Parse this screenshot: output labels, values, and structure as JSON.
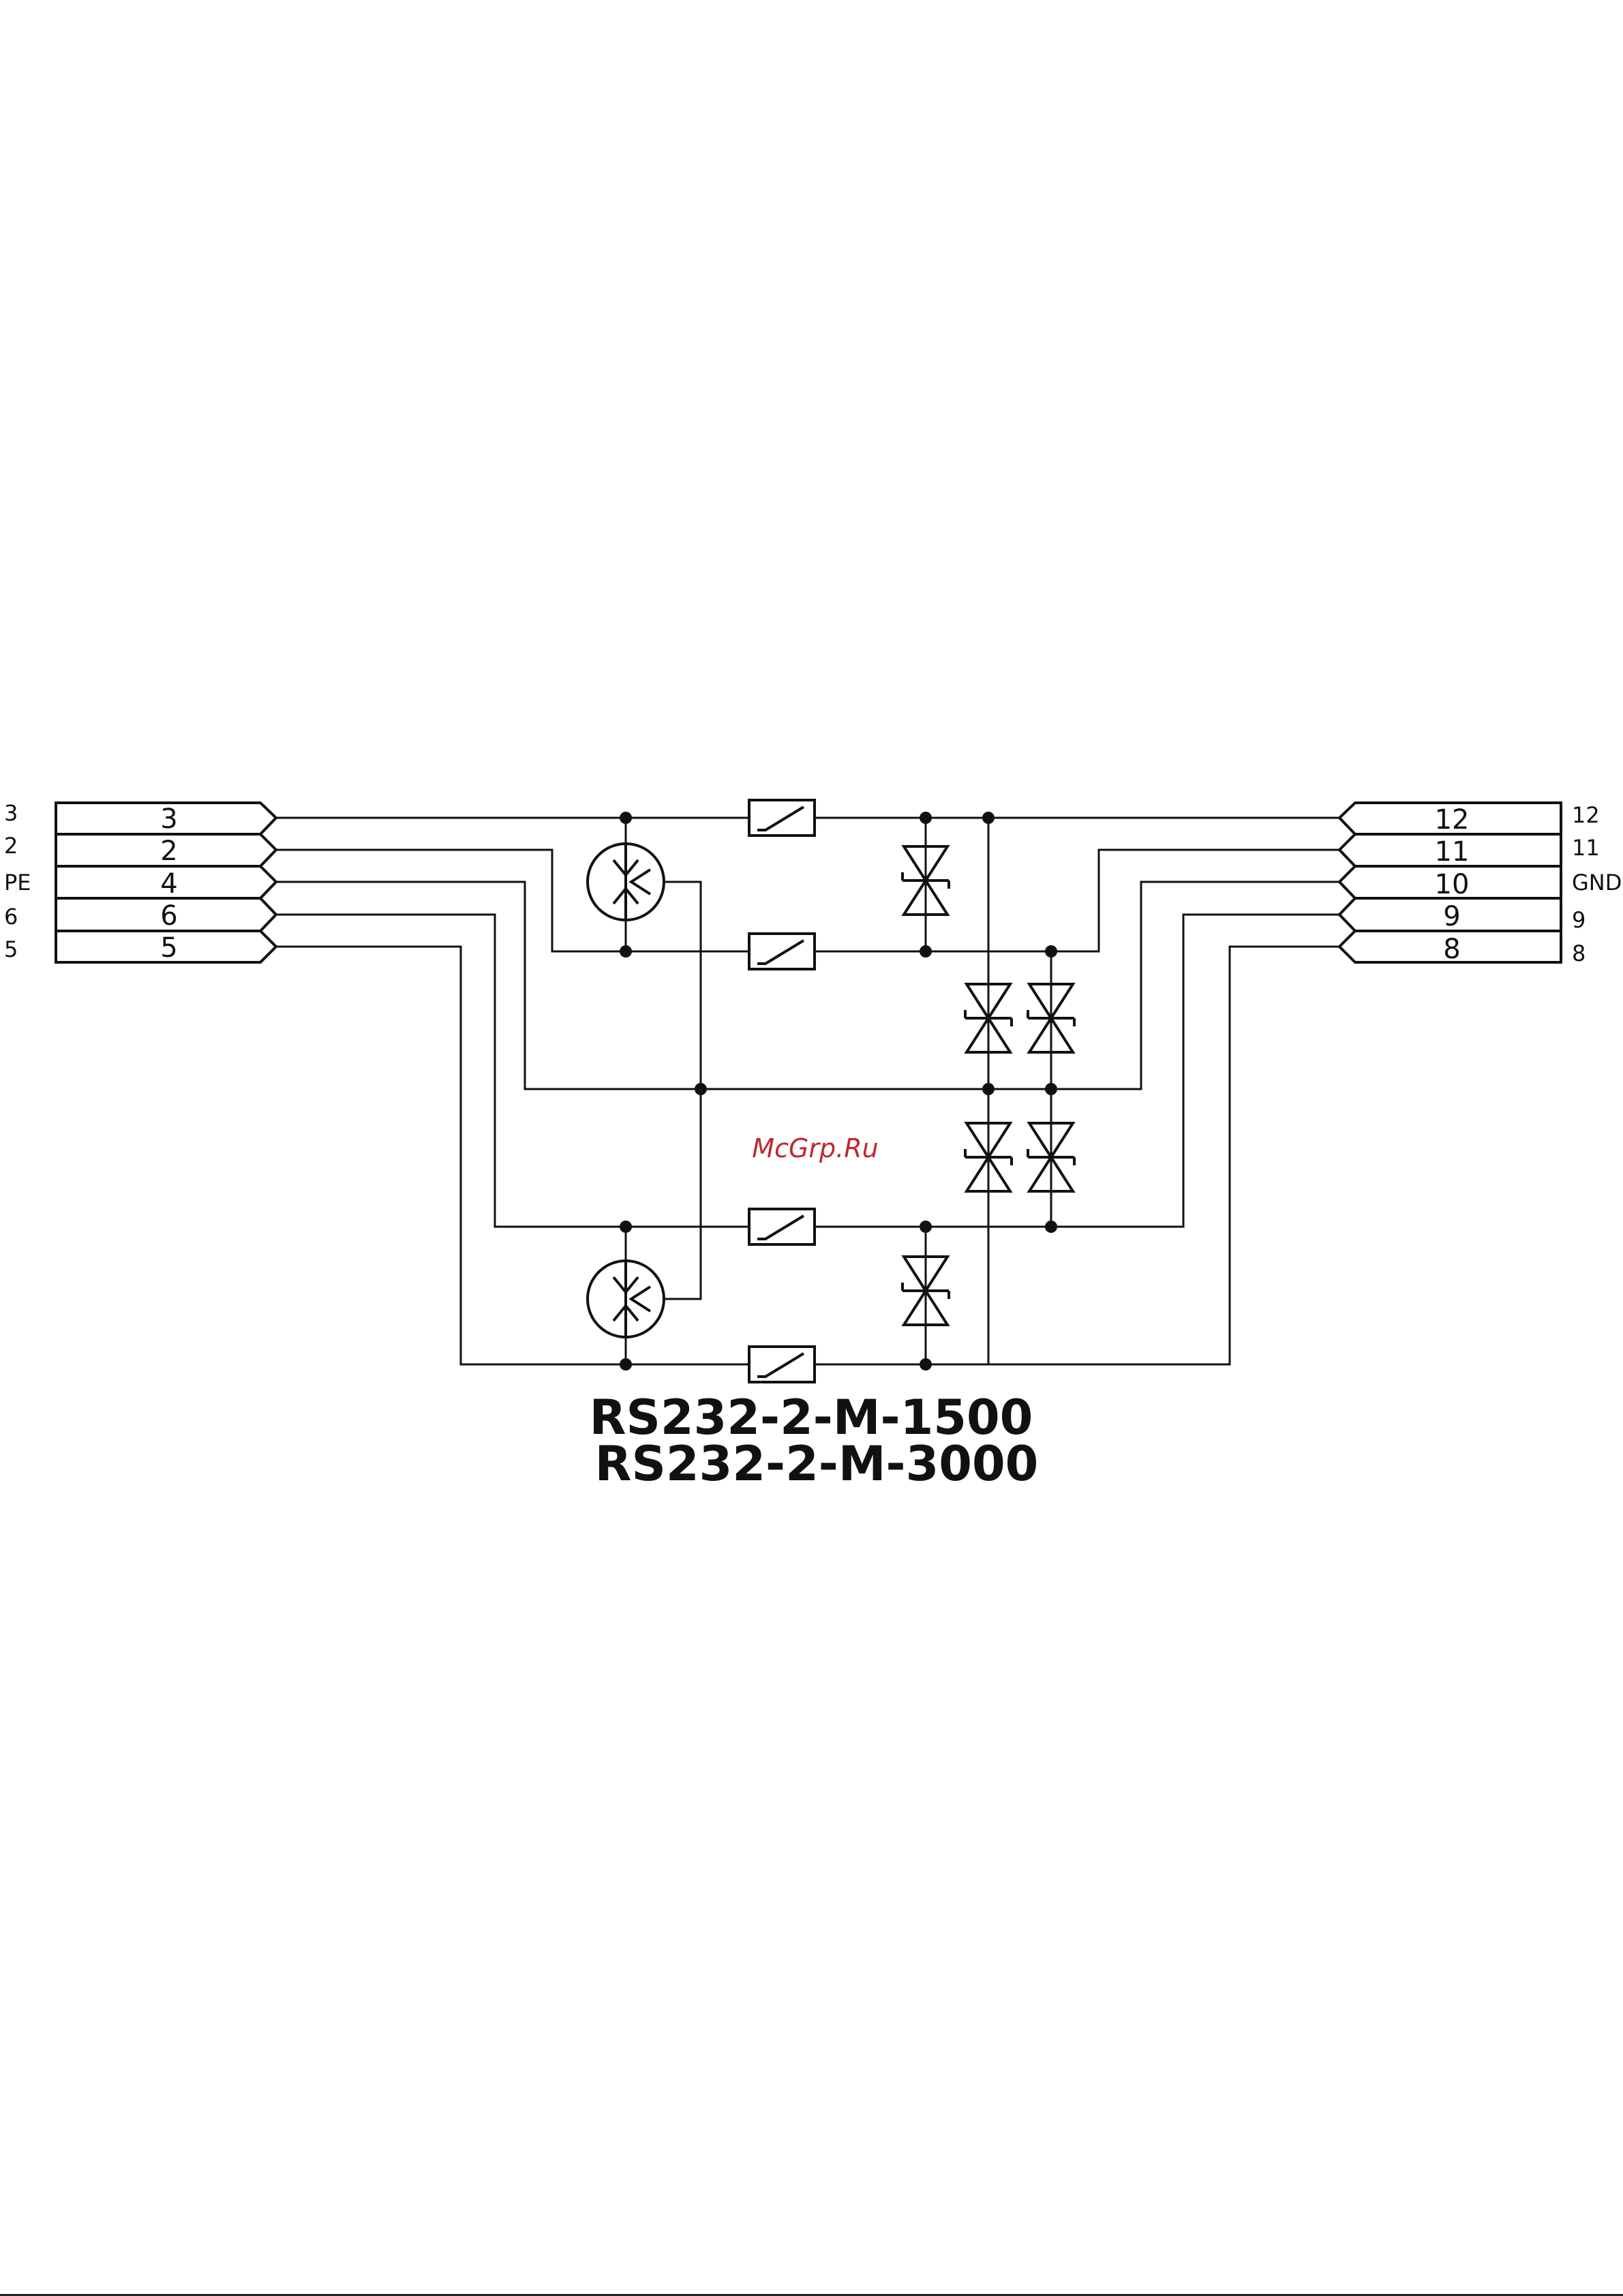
{
  "left_connector": {
    "outer_labels": [
      "3",
      "2",
      "PE",
      "6",
      "5"
    ],
    "box_labels": [
      "3",
      "2",
      "4",
      "6",
      "5"
    ]
  },
  "right_connector": {
    "outer_labels": [
      "12",
      "11",
      "GND",
      "9",
      "8"
    ],
    "box_labels": [
      "12",
      "11",
      "10",
      "9",
      "8"
    ]
  },
  "title": {
    "line1": "RS232-2-M-1500",
    "line2": "RS232-2-M-3000"
  },
  "watermark": "McGrp.Ru",
  "colors": {
    "line": "#111111",
    "watermark": "#c0272d",
    "background": "#ffffff"
  }
}
